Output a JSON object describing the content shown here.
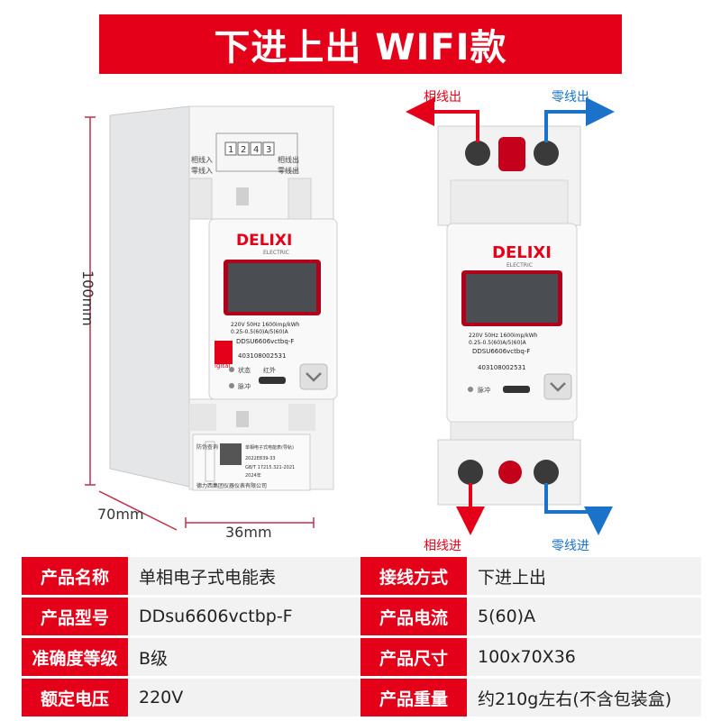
{
  "banner": {
    "title": "下进上出 WIFI款"
  },
  "dims": {
    "height": "100mm",
    "depth": "70mm",
    "width": "36mm"
  },
  "terminal_labels": {
    "top_left": "相线出",
    "top_right": "零线出",
    "bottom_left": "相线进",
    "bottom_right": "零线进"
  },
  "device": {
    "brand": "DELIXI",
    "brand_sub": "ELECTRIC",
    "spec_line1": "220V  50Hz  1600imp/kWh",
    "spec_line2": "0.25-0.5(60)A/5(60)A",
    "model": "DDSU6606vctbq-F",
    "serial": "403108002531",
    "status_label": "状态",
    "pulse_label": "脉冲",
    "ir_label": "红外",
    "ident": "igital",
    "wiring": {
      "n1": "1",
      "n2": "2",
      "n4": "4",
      "n3": "3",
      "in_phase": "相线入",
      "in_neutral": "零线入",
      "out_phase": "相线出",
      "out_neutral": "零线出"
    },
    "label_panel": {
      "anti_fake": "防伪查询",
      "line1": "单相电子式电能表(导轨)",
      "line2": "2022E839-33",
      "line3": "GB/T 17215.321-2021",
      "line4": "2024年",
      "maker": "德力西集团仪器仪表有限公司"
    }
  },
  "specs": [
    {
      "label": "产品名称",
      "value": "单相电子式电能表",
      "label2": "接线方式",
      "value2": "下进上出"
    },
    {
      "label": "产品型号",
      "value": "DDsu6606vctbp-F",
      "label2": "产品电流",
      "value2": "5(60)A"
    },
    {
      "label": "准确度等级",
      "value": "B级",
      "label2": "产品尺寸",
      "value2": "100x70X36"
    },
    {
      "label": "额定电压",
      "value": "220V",
      "label2": "产品重量",
      "value2": "约210g左右(不含包装盒)"
    }
  ],
  "colors": {
    "accent": "#e5001a",
    "blue": "#1a73c8"
  }
}
